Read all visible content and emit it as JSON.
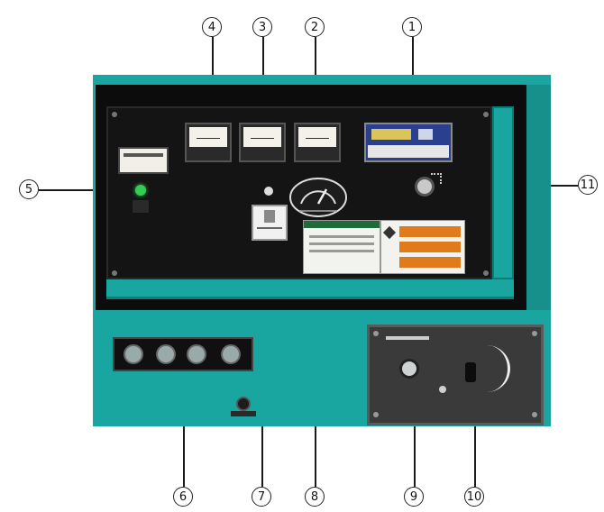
{
  "callouts": [
    "1",
    "2",
    "3",
    "4",
    "5",
    "6",
    "7",
    "8",
    "9",
    "10",
    "11"
  ],
  "panel": {
    "left_label_box": "",
    "dial_label_left": "",
    "dial_label_right": "",
    "control_box_title": ""
  },
  "colors": {
    "cabinet": "#1aa6a0",
    "panel": "#141414",
    "indicator": "#33cc55",
    "warning_orange": "#e07a1a",
    "plate": "#3a3a3a"
  },
  "icons": [
    "indicator-lamp-icon",
    "voltmeter-icon",
    "ammeter-icon",
    "frequency-meter-icon",
    "hour-meter-icon",
    "selector-switch-icon",
    "rotary-dial-icon",
    "key-switch-icon",
    "toggle-switch-icon"
  ]
}
